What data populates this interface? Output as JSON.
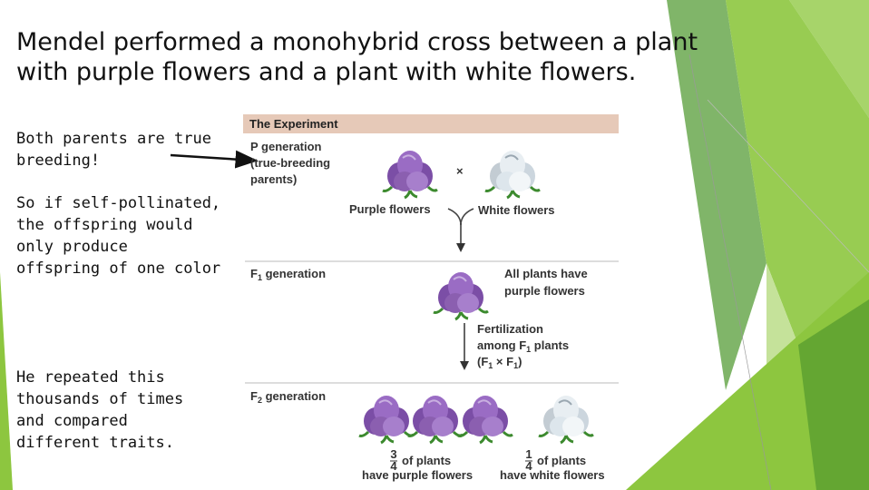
{
  "title_line1": "Mendel performed a monohybrid cross between a plant",
  "title_line2": "with purple flowers and a plant with white flowers.",
  "note1_line1": "Both parents are true",
  "note1_line2": "breeding!",
  "note2_line1": "So if self-pollinated,",
  "note2_line2": "the offspring would",
  "note2_line3": "only produce",
  "note2_line4": "offspring of one color",
  "note3_line1": "He repeated this",
  "note3_line2": "thousands of times",
  "note3_line3": "and compared",
  "note3_line4": "different traits.",
  "figure": {
    "header": "The Experiment",
    "p_gen_1": "P generation",
    "p_gen_2": "(true-breeding",
    "p_gen_3": "parents)",
    "cross": "×",
    "purple_label": "Purple flowers",
    "white_label": "White flowers",
    "f1_gen": "F",
    "f1_sub": "1",
    "f1_gen_rest": " generation",
    "f1_result_1": "All plants have",
    "f1_result_2": "purple flowers",
    "fert_1": "Fertilization",
    "fert_2a": "among F",
    "fert_2b": "1",
    "fert_2c": " plants",
    "fert_3a": "(F",
    "fert_3b": "1",
    "fert_3c": " × F",
    "fert_3d": "1",
    "fert_3e": ")",
    "f2_gen": "F",
    "f2_sub": "2",
    "f2_gen_rest": " generation",
    "frac1_num": "3",
    "frac1_den": "4",
    "frac1_a": "of plants",
    "frac1_b": "have purple flowers",
    "frac2_num": "1",
    "frac2_den": "4",
    "frac2_a": "of plants",
    "frac2_b": "have white flowers"
  },
  "colors": {
    "accent_green": "#8dc63f",
    "dark_green": "#5a9e2f",
    "header_bar": "#e6c9b8",
    "purple": "#8b5fb0",
    "white_flower": "#dde6ec"
  }
}
